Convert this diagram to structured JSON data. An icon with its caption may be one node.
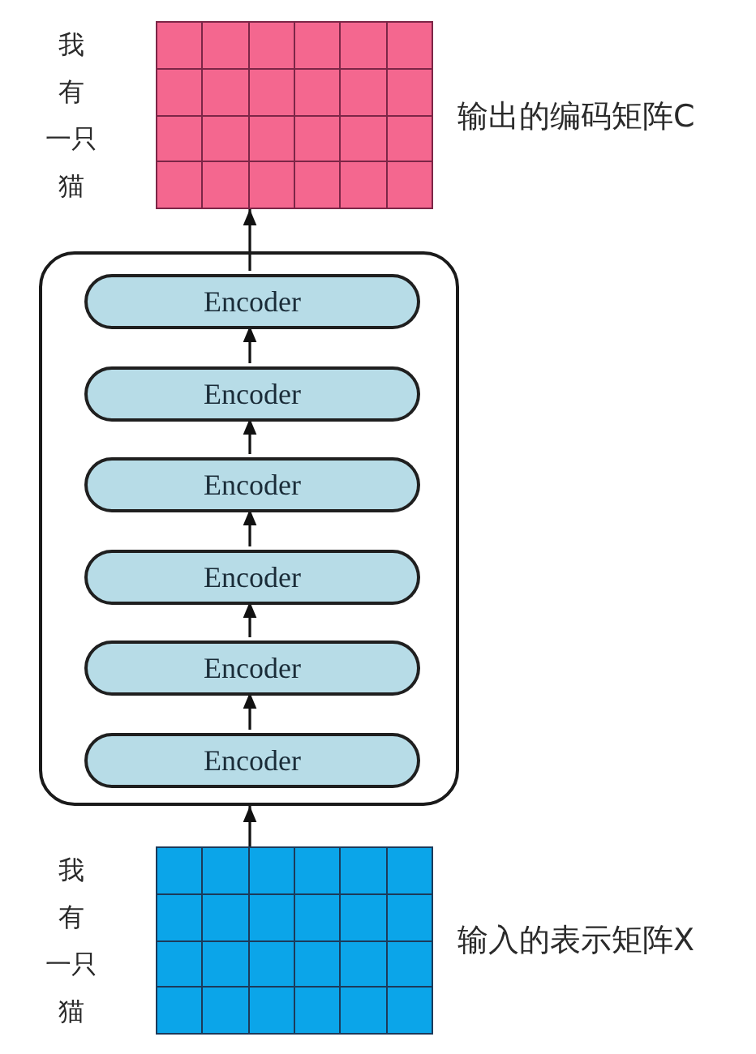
{
  "diagram": {
    "nodes": [
      {
        "text": [],
        "shape": "grid",
        "beside": [
          "我",
          "有",
          "一只",
          "猫",
          "输出的编码矩阵C"
        ]
      },
      {
        "text": [],
        "shape": "box"
      },
      {
        "text": [
          "Encoder"
        ],
        "in": 1
      },
      {
        "text": [
          "Encoder"
        ],
        "in": 1
      },
      {
        "text": [
          "Encoder"
        ],
        "in": 1
      },
      {
        "text": [
          "Encoder"
        ],
        "in": 1
      },
      {
        "text": [
          "Encoder"
        ],
        "in": 1
      },
      {
        "text": [
          "Encoder"
        ],
        "in": 1
      },
      {
        "text": [],
        "shape": "grid",
        "beside": [
          "我",
          "有",
          "一只",
          "猫",
          "输入的表示矩阵X"
        ]
      }
    ],
    "edges": [
      {
        "from": 2,
        "to": 0,
        "arrow": "to"
      },
      {
        "from": 3,
        "to": 2,
        "arrow": "to"
      },
      {
        "from": 4,
        "to": 3,
        "arrow": "to"
      },
      {
        "from": 5,
        "to": 4,
        "arrow": "to"
      },
      {
        "from": 6,
        "to": 5,
        "arrow": "to"
      },
      {
        "from": 7,
        "to": 6,
        "arrow": "to"
      },
      {
        "from": 8,
        "to": 1,
        "arrow": "to"
      }
    ]
  }
}
